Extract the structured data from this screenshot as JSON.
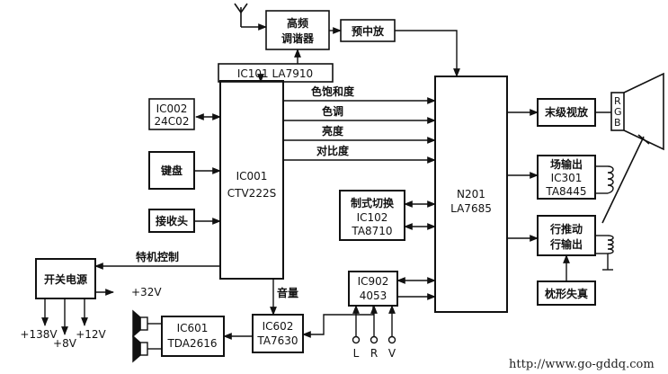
{
  "blocks": {
    "tuner": [
      "高频",
      "调谐器"
    ],
    "pre_if": "预中放",
    "ic101": "IC101 LA7910",
    "ic002": [
      "IC002",
      "24C02"
    ],
    "keyboard": "键盘",
    "receiver": "接收头",
    "ic001": [
      "IC001",
      "CTV222S"
    ],
    "n201": [
      "N201",
      "LA7685"
    ],
    "ic102": [
      "制式切换",
      "IC102",
      "TA8710"
    ],
    "ic902": [
      "IC902",
      "4053"
    ],
    "final_video": "末级视放",
    "field_out": [
      "场输出",
      "IC301",
      "TA8445"
    ],
    "line_drive": [
      "行推动",
      "行输出"
    ],
    "pincushion": "枕形失真",
    "power": "开关电源",
    "ic602": [
      "IC602",
      "TA7630"
    ],
    "ic601": [
      "IC601",
      "TDA2616"
    ]
  },
  "signals": {
    "saturation": "色饱和度",
    "hue": "色调",
    "brightness": "亮度",
    "contrast": "对比度",
    "standby": "特机控制",
    "volume": "音量"
  },
  "power_rails": {
    "v32": "+32V",
    "v138": "+138V",
    "v8": "+8V",
    "v12": "+12V"
  },
  "rgb": [
    "R",
    "G",
    "B"
  ],
  "av_inputs": [
    "L",
    "R",
    "V"
  ],
  "watermark": "http://www.go-gddq.com"
}
